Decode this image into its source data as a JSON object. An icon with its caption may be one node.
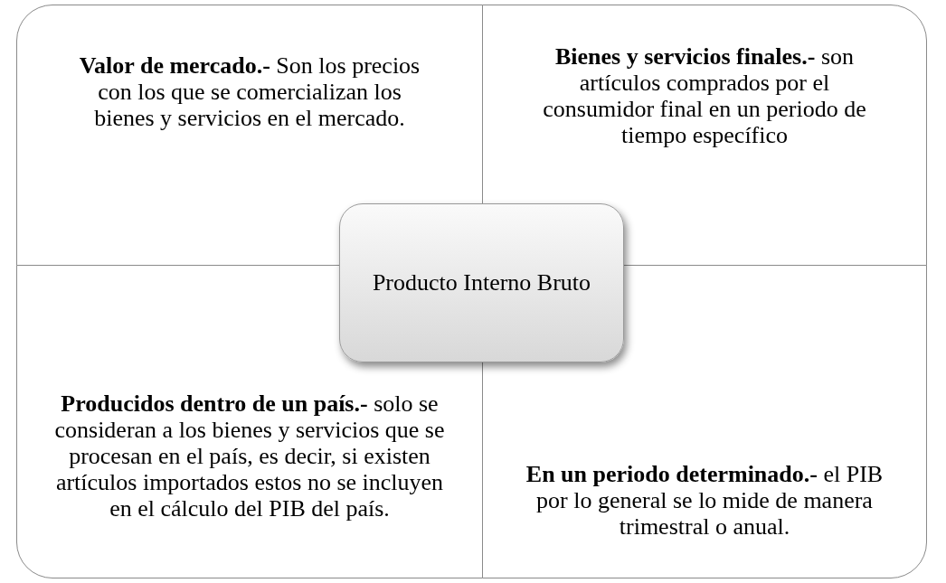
{
  "diagram": {
    "nodes": [
      {
        "text": [
          "**Valor de mercado.-** Son los precios con los que se comercializan los bienes y servicios en el mercado."
        ]
      },
      {
        "text": [
          "**Bienes y servicios finales.-** son artículos comprados por el consumidor final en un periodo de tiempo específico"
        ]
      },
      {
        "text": [
          "**Producidos dentro de un país.-** solo se consideran a los bienes y servicios que se procesan en el país, es decir, si existen artículos importados estos no se incluyen en el cálculo del PIB del país."
        ]
      },
      {
        "text": [
          "**En un periodo determinado.-** el PIB por lo general se lo mide de manera trimestral o anual."
        ]
      },
      {
        "text": [
          "Producto Interno Bruto"
        ]
      }
    ]
  }
}
